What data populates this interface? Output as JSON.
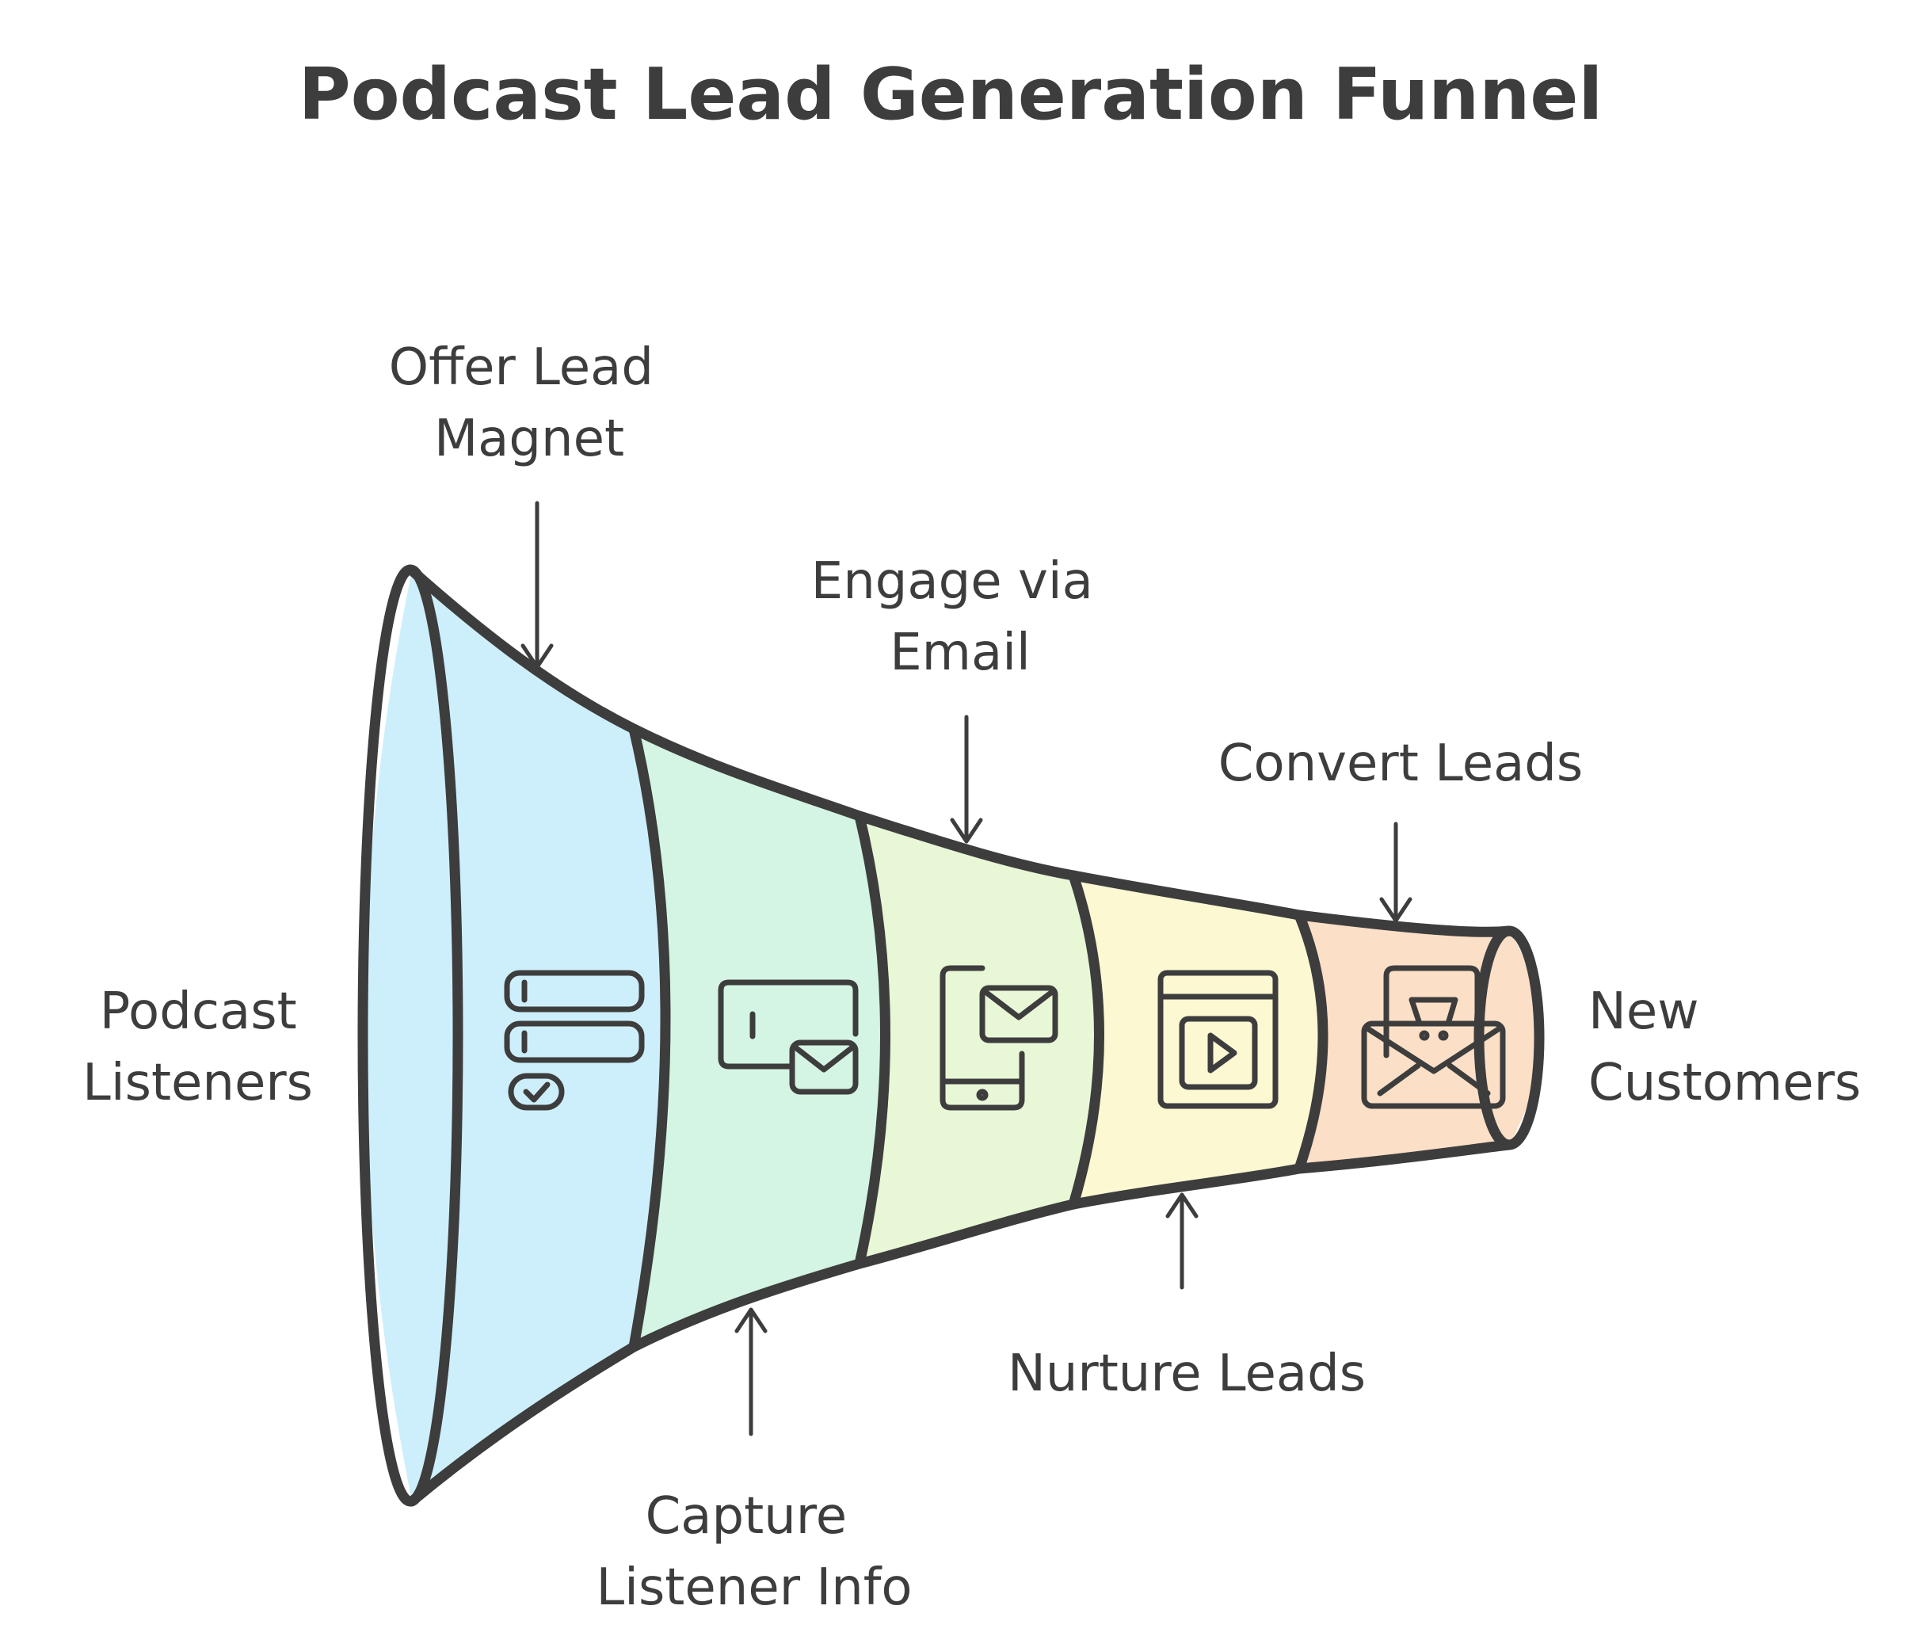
{
  "title": "Podcast Lead Generation Funnel",
  "labels": {
    "start": [
      "Podcast",
      "Listeners"
    ],
    "end": [
      "New",
      "Customers"
    ],
    "offer_lead_magnet": [
      "Offer Lead",
      "Magnet"
    ],
    "capture_listener_info": [
      "Capture",
      "Listener Info"
    ],
    "engage_via_email": [
      "Engage via",
      "Email"
    ],
    "nurture_leads": [
      "Nurture Leads"
    ],
    "convert_leads": [
      "Convert Leads"
    ]
  },
  "stages": [
    {
      "key": "offer_lead_magnet",
      "color": "#cdeffb",
      "icon": "form-checklist-icon"
    },
    {
      "key": "capture_listener_info",
      "color": "#d4f5e3",
      "icon": "screen-envelope-icon"
    },
    {
      "key": "engage_via_email",
      "color": "#e8f7d6",
      "icon": "phone-mail-icon"
    },
    {
      "key": "nurture_leads",
      "color": "#fcf8d2",
      "icon": "video-content-icon"
    },
    {
      "key": "convert_leads",
      "color": "#fbdfc6",
      "icon": "email-cart-icon"
    }
  ],
  "colors": {
    "ink": "#3d3d3d",
    "background": "#ffffff"
  }
}
